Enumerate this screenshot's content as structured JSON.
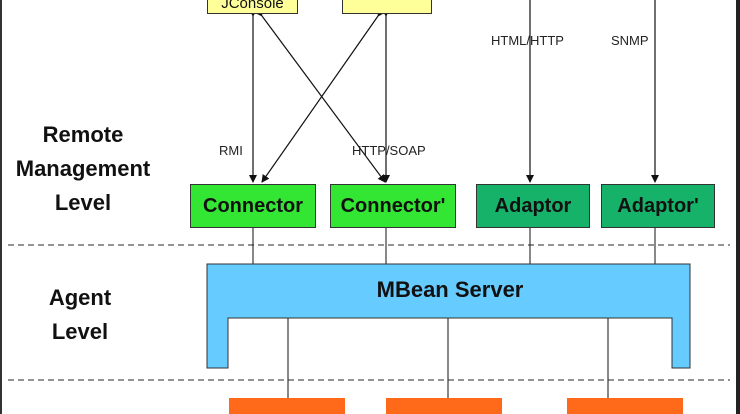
{
  "levels": {
    "remote": "Remote\nManagement\nLevel",
    "agent": "Agent\nLevel"
  },
  "clients": {
    "left": "JConsole",
    "right": ""
  },
  "protocols": {
    "rmi": "RMI",
    "http_soap": "HTTP/SOAP",
    "html_http": "HTML/HTTP",
    "snmp": "SNMP"
  },
  "components": {
    "connector": "Connector",
    "connector_prime": "Connector'",
    "adaptor": "Adaptor",
    "adaptor_prime": "Adaptor'",
    "mbean_server": "MBean Server"
  },
  "colors": {
    "client": "#ffff99",
    "connector": "#33e633",
    "adaptor": "#17b26a",
    "mbean_server": "#66ccff",
    "resource": "#ff6a1a"
  }
}
